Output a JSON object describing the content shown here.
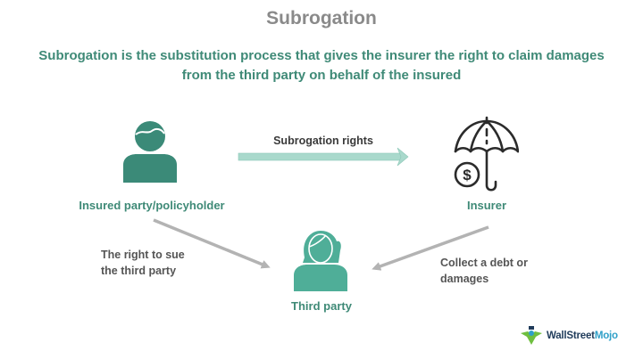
{
  "title": "Subrogation",
  "subtitle": "Subrogation is the substitution process that gives the insurer the right to claim damages from the third party on behalf of the insured",
  "nodes": {
    "insured": {
      "label": "Insured party/policyholder",
      "icon": "person-male-icon"
    },
    "insurer": {
      "label": "Insurer",
      "icon": "umbrella-dollar-icon"
    },
    "third_party": {
      "label": "Third party",
      "icon": "person-female-icon"
    }
  },
  "edges": {
    "subrogation": {
      "label": "Subrogation rights",
      "from": "Insured party/policyholder",
      "to": "Insurer"
    },
    "sue": {
      "line1": "The right to sue",
      "line2": "the third party",
      "from": "Insured party/policyholder",
      "to": "Third party"
    },
    "collect": {
      "line1": "Collect a debt or",
      "line2": "damages",
      "from": "Insurer",
      "to": "Third party"
    }
  },
  "branding": {
    "logo_part1": "WallStreet",
    "logo_part2": "Mojo"
  },
  "colors": {
    "title": "#8a8a8a",
    "accent_green": "#3f8a77",
    "person_male": "#3b8a78",
    "person_female": "#4fae98",
    "subrogation_arrow": "#a9d9cc",
    "gray_arrow": "#b3b3b3",
    "icon_dark": "#2b2b2b"
  }
}
